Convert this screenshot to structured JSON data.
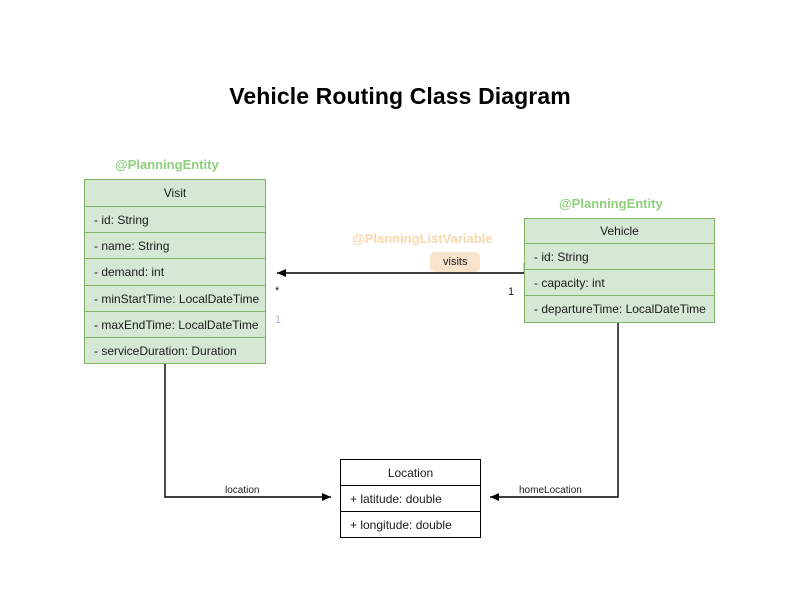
{
  "title": "Vehicle Routing Class Diagram",
  "classes": {
    "visit": {
      "stereotype": "@PlanningEntity",
      "name": "Visit",
      "attributes": [
        "- id: String",
        "- name: String",
        "- demand: int",
        "- minStartTime: LocalDateTime",
        "- maxEndTime: LocalDateTime",
        "- serviceDuration: Duration"
      ]
    },
    "vehicle": {
      "stereotype": "@PlanningEntity",
      "name": "Vehicle",
      "attributes": [
        "- id: String",
        "- capacity: int",
        "- departureTime: LocalDateTime"
      ]
    },
    "location": {
      "stereotype": "",
      "name": "Location",
      "attributes": [
        "+ latitude: double",
        "+ longitude: double"
      ]
    }
  },
  "relations": {
    "visits": {
      "stereotype": "@PlanningListVariable",
      "label": "visits",
      "source_multiplicity": "1",
      "target_multiplicity": "*",
      "target_multiplicity_secondary": "1"
    },
    "location": {
      "label": "location"
    },
    "home_location": {
      "label": "homeLocation"
    }
  },
  "colors": {
    "entity_fill": "#d5e8d4",
    "entity_border": "#82b366",
    "stereotype_green": "#8fce7d",
    "stereotype_orange": "#fad7ac",
    "badge_fill": "#fae3cb",
    "plain_fill": "#ffffff",
    "plain_border": "#000000",
    "line": "#000000",
    "multiplicity_faded": "#c3a8d0"
  }
}
